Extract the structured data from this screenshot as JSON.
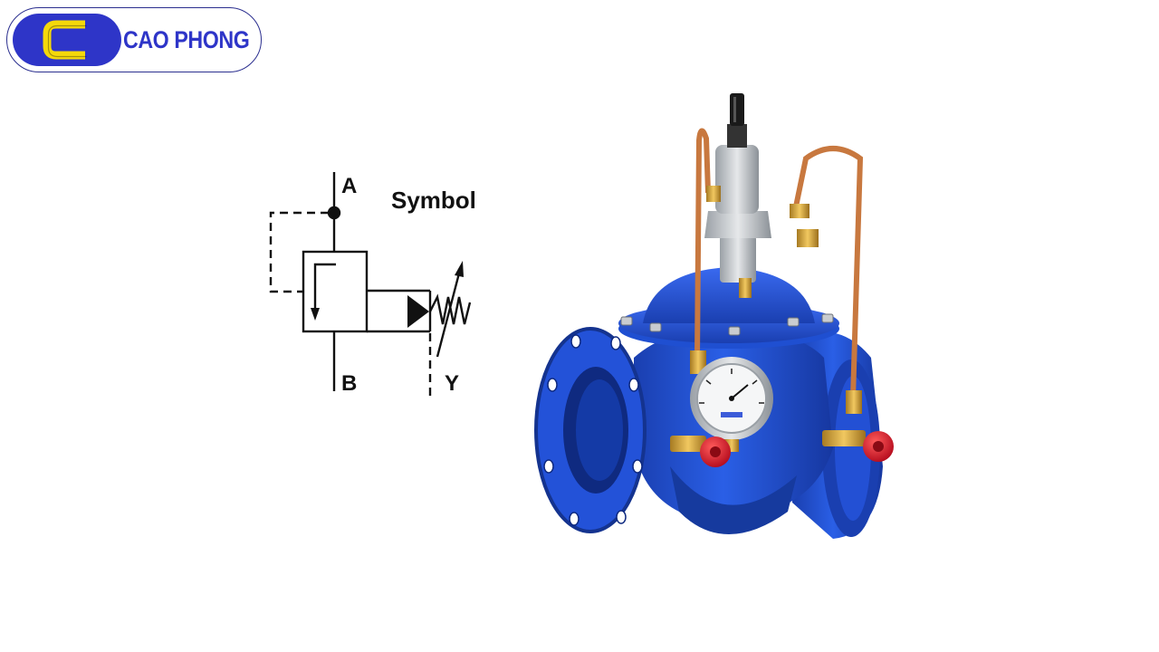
{
  "brand": {
    "name": "CAO PHONG",
    "mark": "C"
  },
  "diagram": {
    "title": "Symbol",
    "ports": {
      "inlet": "A",
      "outlet": "B",
      "pilot": "Y"
    }
  },
  "product": {
    "icon": "pressure-reducing-valve"
  },
  "colors": {
    "brand_blue": "#2e35c8",
    "brand_yellow": "#f5d90a",
    "valve_blue": "#1f4fd1",
    "copper": "#c8783f",
    "brass": "#d9a640",
    "handwheel_red": "#e0162b"
  }
}
